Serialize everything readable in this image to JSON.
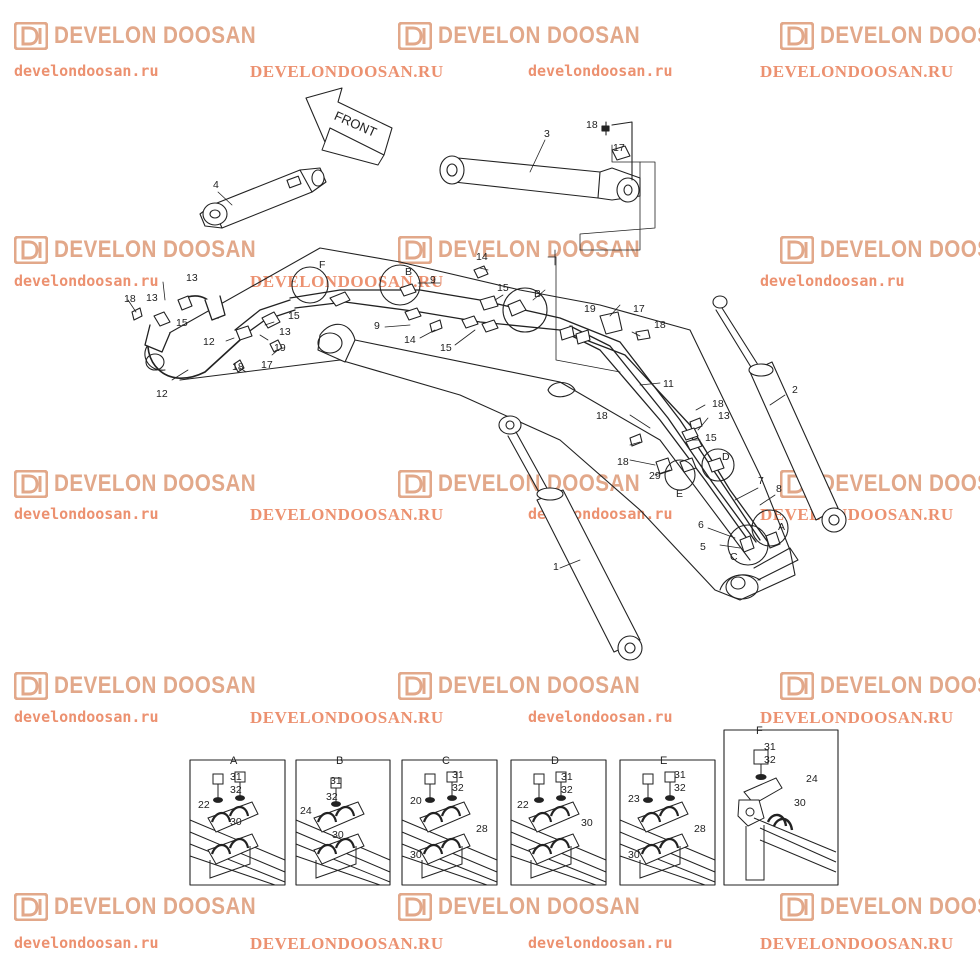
{
  "watermark": {
    "brand": "DEVELON DOOSAN",
    "url_lower": "develondoosan.ru",
    "url_upper": "DEVELONDOOSAN.RU",
    "color": "#ec9170"
  },
  "diagram": {
    "front_label": "FRONT",
    "main_callouts": [
      "1",
      "2",
      "3",
      "4",
      "5",
      "6",
      "7",
      "8",
      "9",
      "9",
      "11",
      "12",
      "12",
      "13",
      "13",
      "13",
      "13",
      "14",
      "14",
      "15",
      "15",
      "15",
      "15",
      "15",
      "17",
      "17",
      "17",
      "18",
      "18",
      "18",
      "18",
      "18",
      "18",
      "18",
      "19",
      "19",
      "29"
    ],
    "detail_circle_labels": [
      "A",
      "B",
      "B",
      "C",
      "D",
      "E",
      "F"
    ],
    "details": [
      {
        "title": "A",
        "callouts": [
          "31",
          "32",
          "22",
          "30"
        ]
      },
      {
        "title": "B",
        "callouts": [
          "31",
          "32",
          "24",
          "30"
        ]
      },
      {
        "title": "C",
        "callouts": [
          "31",
          "32",
          "20",
          "30",
          "28"
        ]
      },
      {
        "title": "D",
        "callouts": [
          "31",
          "32",
          "22",
          "30"
        ]
      },
      {
        "title": "E",
        "callouts": [
          "31",
          "32",
          "23",
          "30",
          "28"
        ]
      },
      {
        "title": "F",
        "callouts": [
          "31",
          "32",
          "24",
          "30"
        ]
      }
    ]
  }
}
